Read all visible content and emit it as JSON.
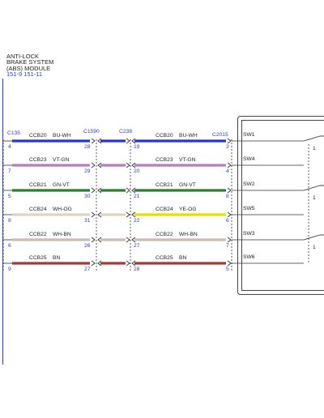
{
  "module": {
    "lines": [
      "ANTI-LOCK",
      "BRAKE SYSTEM",
      "(ABS) MODULE"
    ],
    "refs": "151-9    151-11"
  },
  "connectors": {
    "c1": "C135",
    "c2": "C1590",
    "c3": "C238",
    "c4": "C2015"
  },
  "colors": {
    "blue_text": "#2b3fc4",
    "bu_wh": "#2438c8",
    "vt_gn": "#b17fbd",
    "gn_vt": "#2e7d32",
    "wh_og": "#ded5c0",
    "ye_og": "#e6e000",
    "wh_bn": "#c9bcb5",
    "bn": "#a33a3a"
  },
  "wires": [
    {
      "circuit": "CCB20",
      "color": "BU-WH",
      "right_circuit": "CCB20",
      "right_color": "BU-WH",
      "pin_c135": "4",
      "pin_c1590": "28",
      "pin_c238": "19",
      "pin_c2015": "3",
      "switch": "SW1"
    },
    {
      "circuit": "CCB23",
      "color": "VT-GN",
      "right_circuit": "CCB23",
      "right_color": "VT-GN",
      "pin_c135": "7",
      "pin_c1590": "29",
      "pin_c238": "20",
      "pin_c2015": "4",
      "switch": "SW4"
    },
    {
      "circuit": "CCB21",
      "color": "GN-VT",
      "right_circuit": "CCB21",
      "right_color": "GN-VT",
      "pin_c135": "5",
      "pin_c1590": "30",
      "pin_c238": "21",
      "pin_c2015": "8",
      "switch": "SW2"
    },
    {
      "circuit": "CCB24",
      "color": "WH-OG",
      "right_circuit": "CCB24",
      "right_color": "YE-OG",
      "pin_c135": "8",
      "pin_c1590": "31",
      "pin_c238": "22",
      "pin_c2015": "6",
      "switch": "SW5"
    },
    {
      "circuit": "CCB22",
      "color": "WH-BN",
      "right_circuit": "CCB22",
      "right_color": "WH-BN",
      "pin_c135": "6",
      "pin_c1590": "26",
      "pin_c238": "27",
      "pin_c2015": "7",
      "switch": "SW3"
    },
    {
      "circuit": "CCB25",
      "color": "BN",
      "right_circuit": "CCB25",
      "right_color": "BN",
      "pin_c135": "9",
      "pin_c1590": "27",
      "pin_c238": "28",
      "pin_c2015": "5",
      "switch": "SW6"
    }
  ],
  "switch_marks": [
    "1",
    "1",
    "1"
  ]
}
